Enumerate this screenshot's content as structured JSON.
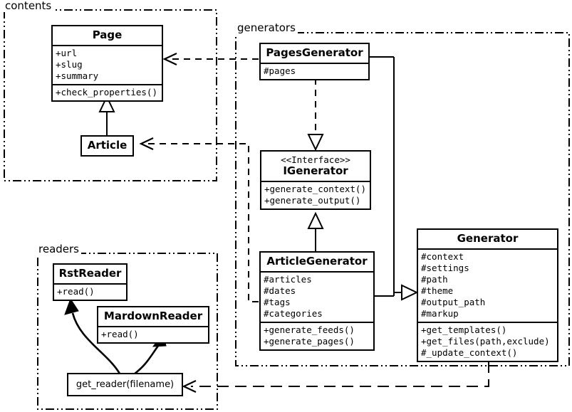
{
  "diagram": {
    "kind": "uml-class-diagram",
    "stroke_color": "#000000",
    "background_color": "#ffffff"
  },
  "packages": [
    {
      "id": "contents",
      "label": "contents"
    },
    {
      "id": "generators",
      "label": "generators"
    },
    {
      "id": "readers",
      "label": "readers"
    }
  ],
  "classes": {
    "page": {
      "name": "Page",
      "stereotype": "",
      "attributes": [
        "+url",
        "+slug",
        "+summary"
      ],
      "operations": [
        "+check_properties()"
      ]
    },
    "article": {
      "name": "Article",
      "stereotype": "",
      "attributes": [],
      "operations": []
    },
    "pages_generator": {
      "name": "PagesGenerator",
      "stereotype": "",
      "attributes": [
        "#pages"
      ],
      "operations": []
    },
    "igenerator": {
      "name": "IGenerator",
      "stereotype": "<<Interface>>",
      "attributes": [],
      "operations": [
        "+generate_context()",
        "+generate_output()"
      ]
    },
    "article_generator": {
      "name": "ArticleGenerator",
      "stereotype": "",
      "attributes": [
        "#articles",
        "#dates",
        "#tags",
        "#categories"
      ],
      "operations": [
        "+generate_feeds()",
        "+generate_pages()"
      ]
    },
    "generator": {
      "name": "Generator",
      "stereotype": "",
      "attributes": [
        "#context",
        "#settings",
        "#path",
        "#theme",
        "#output_path",
        "#markup"
      ],
      "operations": [
        "+get_templates()",
        "+get_files(path,exclude)",
        "#_update_context()"
      ]
    },
    "rst_reader": {
      "name": "RstReader",
      "stereotype": "",
      "attributes": [],
      "operations": [
        "+read()"
      ]
    },
    "mardown_reader": {
      "name": "MardownReader",
      "stereotype": "",
      "attributes": [],
      "operations": [
        "+read()"
      ]
    }
  },
  "functions": {
    "get_reader": {
      "label": "get_reader(filename)"
    }
  },
  "relationships": [
    {
      "from": "article",
      "to": "page",
      "type": "generalization",
      "arrow": "hollow-triangle"
    },
    {
      "from": "pages_generator",
      "to": "igenerator",
      "type": "realization",
      "arrow": "hollow-triangle-dashed"
    },
    {
      "from": "article_generator",
      "to": "igenerator",
      "type": "generalization",
      "arrow": "hollow-triangle"
    },
    {
      "from": "pages_generator",
      "to": "generator",
      "type": "generalization",
      "arrow": "hollow-triangle"
    },
    {
      "from": "article_generator",
      "to": "generator",
      "type": "generalization",
      "arrow": "hollow-triangle"
    },
    {
      "from": "pages_generator",
      "to": "page",
      "type": "dependency",
      "arrow": "open-arrow-dashed"
    },
    {
      "from": "article_generator",
      "to": "article",
      "type": "dependency",
      "arrow": "open-arrow-dashed"
    },
    {
      "from": "generator",
      "to": "get_reader",
      "type": "dependency",
      "arrow": "open-arrow-dashed"
    },
    {
      "from": "get_reader",
      "to": "rst_reader",
      "type": "usage",
      "arrow": "solid-curved"
    },
    {
      "from": "get_reader",
      "to": "mardown_reader",
      "type": "usage",
      "arrow": "solid-curved"
    }
  ]
}
